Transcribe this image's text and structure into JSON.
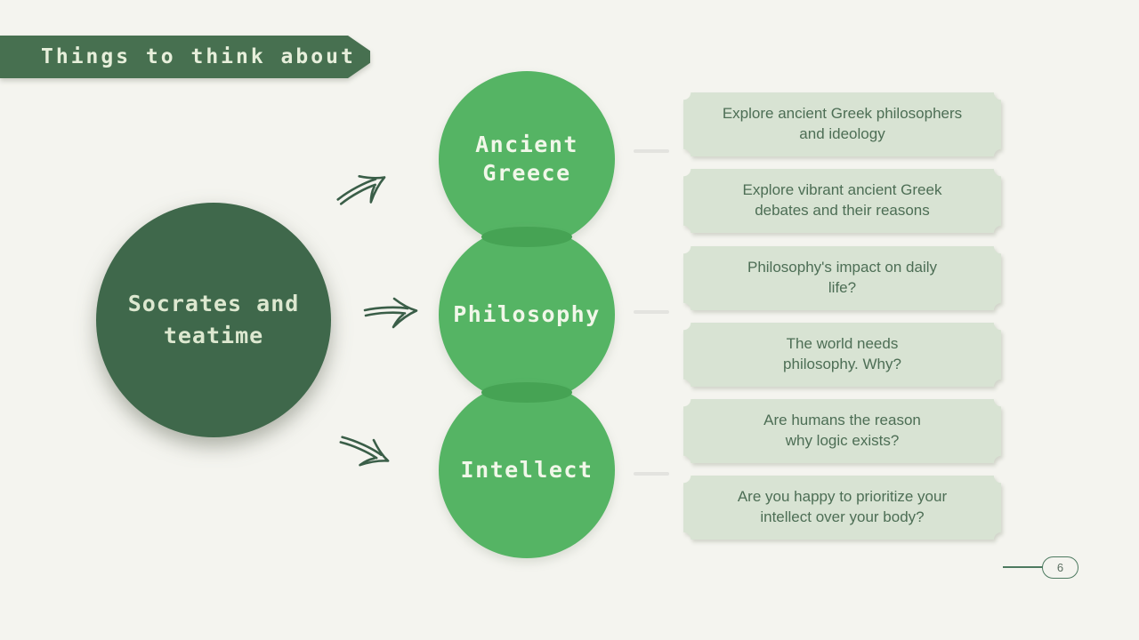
{
  "title": "Things to think about",
  "page_number": "6",
  "center_node": {
    "label": "Socrates and\nteatime"
  },
  "nodes": [
    {
      "label": "Ancient\nGreece",
      "cards": [
        "Explore ancient Greek philosophers\nand ideology",
        "Explore vibrant ancient Greek\ndebates and their reasons"
      ]
    },
    {
      "label": "Philosophy",
      "cards": [
        "Philosophy's impact on daily\nlife?",
        "The world needs\nphilosophy. Why?"
      ]
    },
    {
      "label": "Intellect",
      "cards": [
        "Are humans the reason\nwhy logic exists?",
        "Are you happy to prioritize your\nintellect over your body?"
      ]
    }
  ],
  "icons": {
    "arrow": "hand-drawn-double-arrow",
    "connector": "dash-line"
  },
  "colors": {
    "background": "#f4f4ef",
    "banner": "#477050",
    "banner_text": "#e7efdb",
    "center_circle": "#3f684b",
    "center_text": "#dde8d0",
    "node_circle": "#55b464",
    "node_overlap": "#46a354",
    "node_text": "#f1f7e9",
    "card_bg": "#d8e3d3",
    "card_text": "#4d6e55",
    "accent_dark": "#3a5e48",
    "page_accent": "#4d7a60"
  }
}
